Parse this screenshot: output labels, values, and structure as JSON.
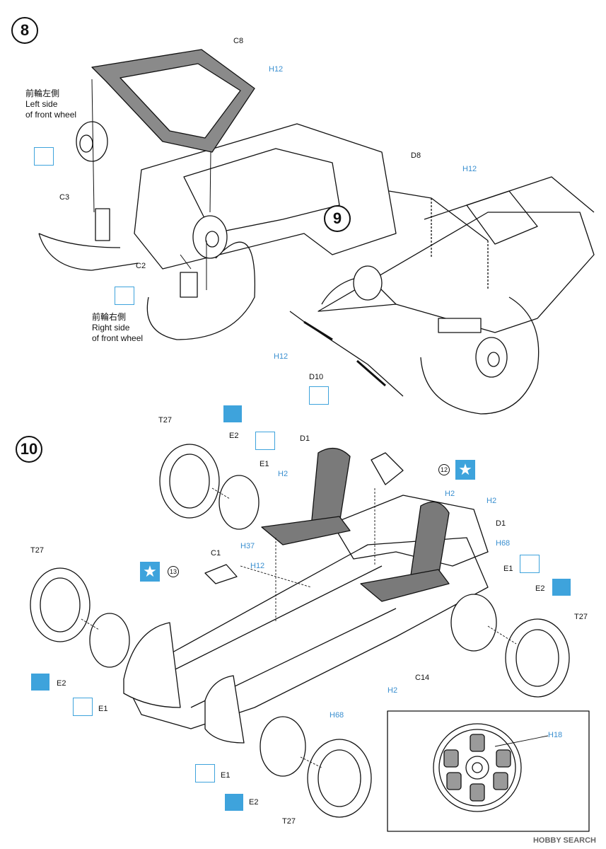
{
  "steps": {
    "s8": "8",
    "s9": "9",
    "s10": "10"
  },
  "step8": {
    "part_c8": "C8",
    "h12_top": "H12",
    "left_side_jp": "前輪左側",
    "left_side_en1": "Left side",
    "left_side_en2": "of front wheel",
    "part_c3": "C3",
    "part_c2": "C2",
    "right_side_jp": "前輪右側",
    "right_side_en1": "Right side",
    "right_side_en2": "of front wheel"
  },
  "step9": {
    "part_d8": "D8",
    "h12_a": "H12",
    "h12_b": "H12",
    "part_d10": "D10"
  },
  "step10": {
    "t27_tl": "T27",
    "e2_tl": "E2",
    "e1_tl": "E1",
    "d1_a": "D1",
    "h2_a": "H2",
    "c12": "12",
    "h2_b": "H2",
    "h2_c": "H2",
    "d1_b": "D1",
    "h68_a": "H68",
    "h37": "H37",
    "c1": "C1",
    "h12": "H12",
    "c13": "13",
    "t27_left": "T27",
    "e1_right": "E1",
    "e2_right": "E2",
    "t27_right": "T27",
    "e2_left": "E2",
    "e1_left": "E1",
    "c14": "C14",
    "h2_d": "H2",
    "h68_b": "H68",
    "e1_bottom": "E1",
    "e2_bottom": "E2",
    "t27_bottom": "T27",
    "h18": "H18",
    "star": "★"
  },
  "watermark": "HOBBY SEARCH",
  "colors": {
    "accent": "#3ea3dc",
    "ink": "#111111",
    "hcolor": "#3a8fd0"
  }
}
